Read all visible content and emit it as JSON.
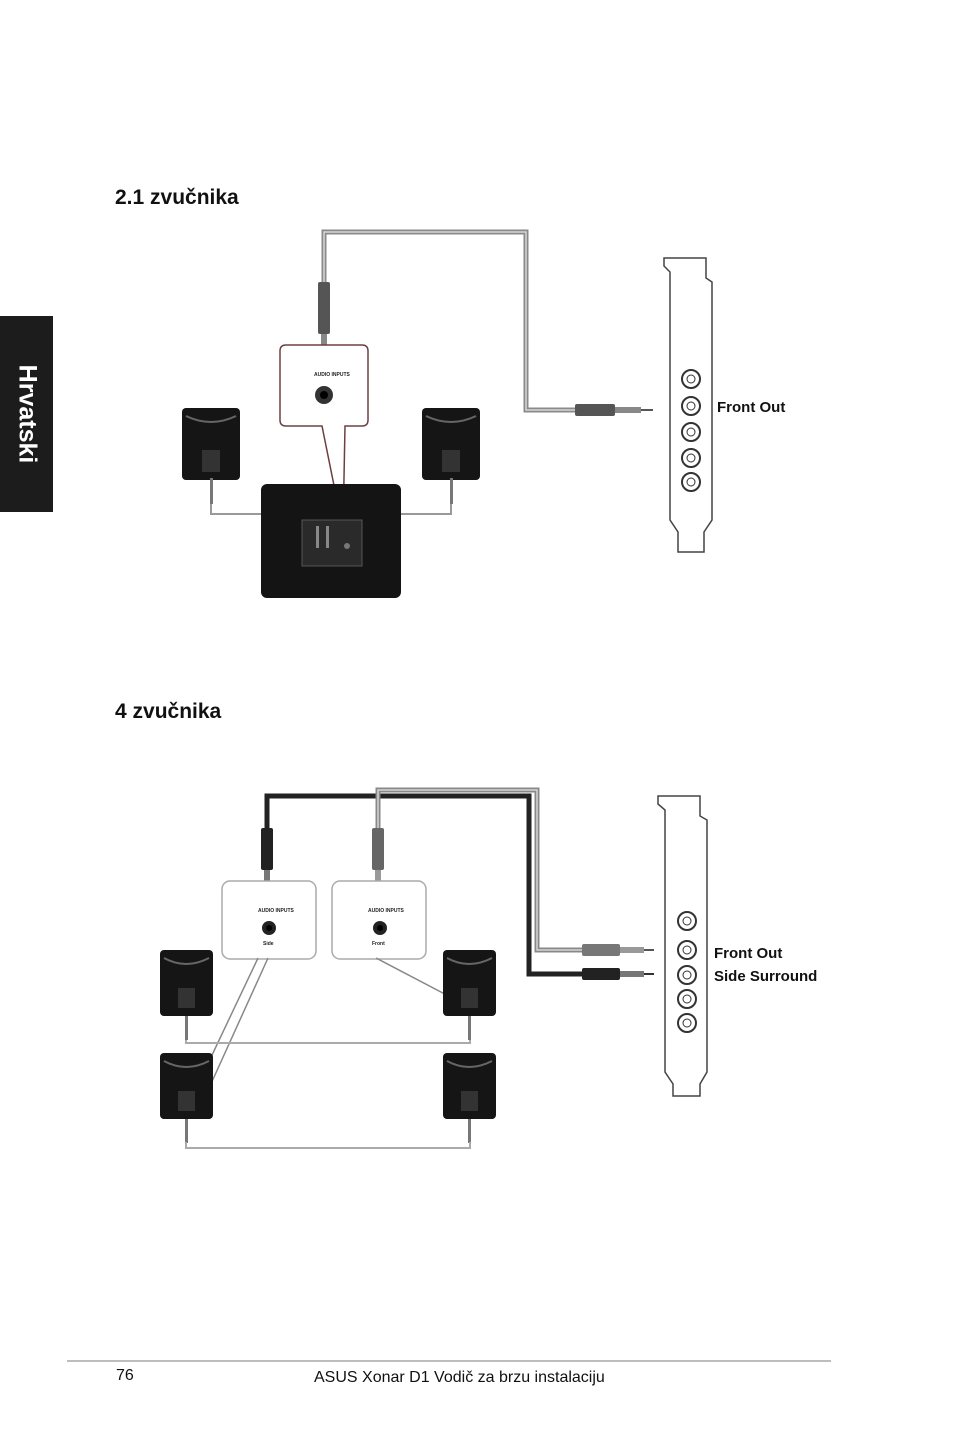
{
  "side_tab": {
    "label": "Hrvatski"
  },
  "section1": {
    "title": "2.1 zvučnika",
    "panel_label": "AUDIO INPUTS",
    "card_labels": [
      "Front Out"
    ]
  },
  "section2": {
    "title": "4 zvučnika",
    "panel_left": {
      "label": "AUDIO INPUTS",
      "sub": "Side"
    },
    "panel_right": {
      "label": "AUDIO INPUTS",
      "sub": "Front"
    },
    "card_labels": [
      "Front Out",
      "Side Surround"
    ]
  },
  "footer": {
    "page_number": "76",
    "title": "ASUS Xonar D1 Vodič za brzu instalaciju"
  }
}
